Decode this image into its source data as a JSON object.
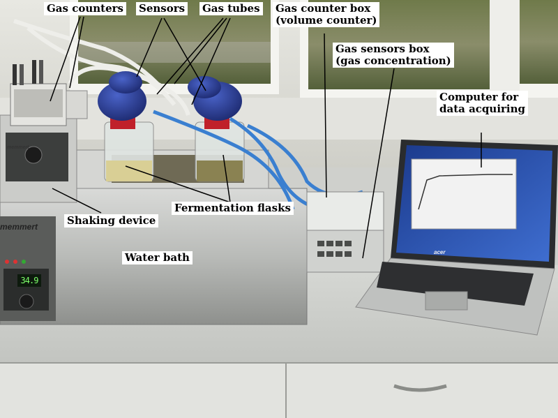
{
  "labels": {
    "gas_counters": "Gas counters",
    "sensors": "Sensors",
    "gas_tubes": "Gas tubes",
    "gas_counter_box": "Gas counter box\n(volume counter)",
    "gas_sensors_box": "Gas sensors box\n(gas concentration)",
    "computer": "Computer for\ndata acquiring",
    "shaking_device": "Shaking device",
    "fermentation_flasks": "Fermentation flasks",
    "water_bath": "Water bath"
  },
  "devices": {
    "water_bath_brand": "memmert",
    "shaker_brand": "memmert",
    "water_bath_display": "34.9",
    "laptop_brand": "acer"
  },
  "colors": {
    "label_bg": "#ffffff",
    "leader_line": "#000000",
    "flask_cap": "#2c3e91",
    "tube_blue": "#3a7fd0",
    "display_green": "#7dff6a"
  }
}
